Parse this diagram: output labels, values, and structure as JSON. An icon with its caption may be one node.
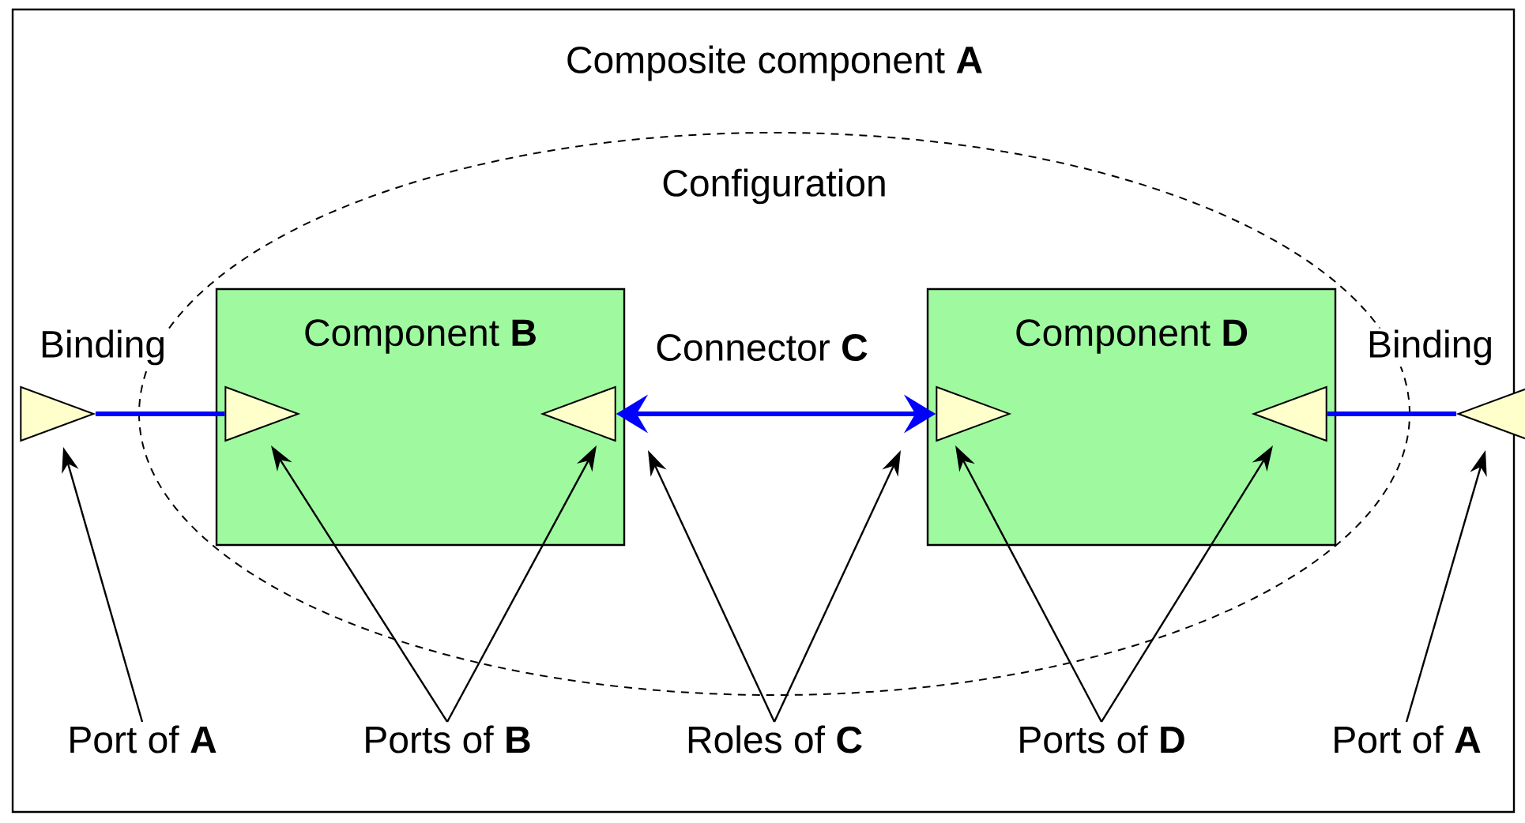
{
  "diagram": {
    "nodes": [
      {
        "text": [
          "Composite component **A**"
        ]
      },
      {
        "text": [
          "Configuration"
        ],
        "in": 0
      },
      {
        "text": [
          "Component **B**"
        ],
        "in": 1
      },
      {
        "text": [
          "Component **D**"
        ],
        "in": 1
      },
      {
        "text": [],
        "shape": "triangle",
        "in": 0
      },
      {
        "text": [],
        "shape": "triangle",
        "in": 2
      },
      {
        "text": [],
        "shape": "triangle",
        "in": 2
      },
      {
        "text": [],
        "shape": "triangle",
        "in": 3
      },
      {
        "text": [],
        "shape": "triangle",
        "in": 3
      },
      {
        "text": [],
        "shape": "triangle",
        "in": 0
      },
      {
        "text": [
          "Port of **A**"
        ],
        "in": 0
      },
      {
        "text": [
          "Ports of **B**"
        ],
        "in": 0
      },
      {
        "text": [
          "Roles of **C**"
        ],
        "in": 0
      },
      {
        "text": [
          "Ports of **D**"
        ],
        "in": 0
      },
      {
        "text": [
          "Port of **A**"
        ],
        "in": 0
      }
    ],
    "edges": [
      {
        "from": 4,
        "to": 5,
        "arrow": "none",
        "label": "Binding",
        "style": "thick",
        "color": "#0000ff"
      },
      {
        "from": 6,
        "to": 7,
        "arrow": "both",
        "label": "Connector **C**",
        "style": "thick",
        "color": "#0000ff"
      },
      {
        "from": 8,
        "to": 9,
        "arrow": "none",
        "label": "Binding",
        "style": "thick",
        "color": "#0000ff"
      },
      {
        "from": 10,
        "to": 4,
        "arrow": "to"
      },
      {
        "from": 11,
        "to": 5,
        "arrow": "to"
      },
      {
        "from": 11,
        "to": 6,
        "arrow": "to"
      },
      {
        "from": 12,
        "to": null,
        "arrow": "to"
      },
      {
        "from": 12,
        "to": null,
        "arrow": "to"
      },
      {
        "from": 13,
        "to": 7,
        "arrow": "to"
      },
      {
        "from": 13,
        "to": 8,
        "arrow": "to"
      },
      {
        "from": 14,
        "to": 9,
        "arrow": "to"
      }
    ]
  }
}
